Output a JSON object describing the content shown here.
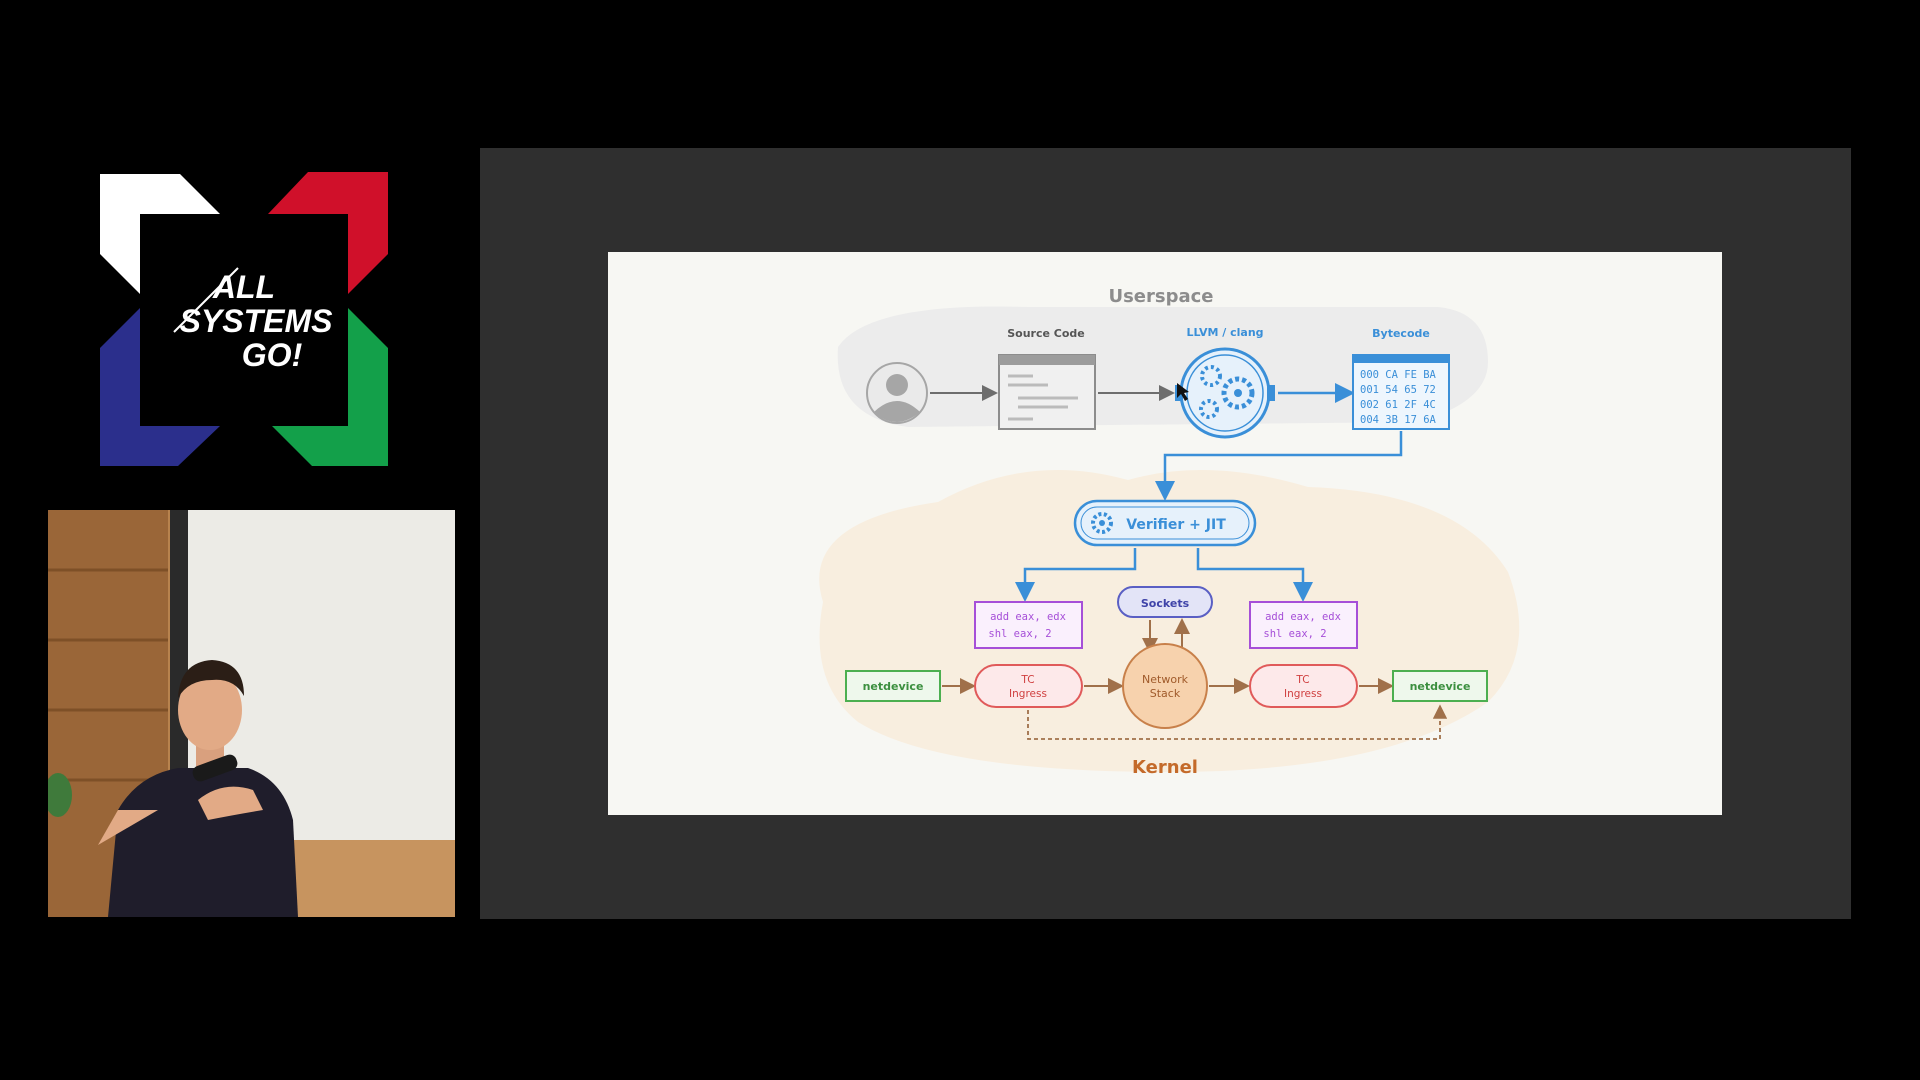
{
  "logo": {
    "line1": "ALL",
    "line2": "SYSTEMS",
    "line3": "GO!",
    "colors": {
      "white": "#ffffff",
      "red": "#d0102a",
      "blue": "#2b2f8c",
      "green": "#13a04a"
    }
  },
  "diagram": {
    "userspace_label": "Userspace",
    "kernel_label": "Kernel",
    "source_code_label": "Source Code",
    "llvm_label": "LLVM / clang",
    "bytecode_label": "Bytecode",
    "bytecode_lines": [
      "000 CA FE BA",
      "001 54 65 72",
      "002 61 2F 4C",
      "004 3B 17 6A"
    ],
    "verifier_label": "Verifier + JIT",
    "sockets_label": "Sockets",
    "asm_line1": "add eax, edx",
    "asm_line2": "shl eax, 2",
    "netdevice_left": "netdevice",
    "netdevice_right": "netdevice",
    "tc_line1": "TC",
    "tc_line2": "Ingress",
    "network_line1": "Network",
    "network_line2": "Stack",
    "icons": [
      "user-icon",
      "gear-icon",
      "cursor-icon"
    ],
    "colors": {
      "blue": "#3a8fd8",
      "purple": "#a64fd8",
      "green": "#4caf50",
      "red": "#e05a5a",
      "orange": "#c8804a",
      "kernel_bg": "#f8eedf",
      "userspace_bg": "#ececec"
    }
  }
}
